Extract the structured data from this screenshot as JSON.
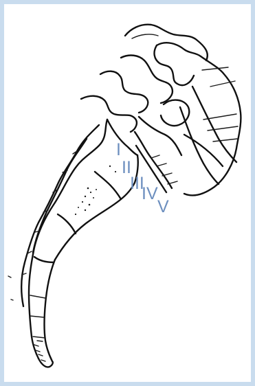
{
  "labels": {
    "l1": "I",
    "l2": "II",
    "l3": "III",
    "l4": "IV",
    "l5": "V"
  },
  "colors": {
    "frame": "#c9dcee",
    "canvas": "#ffffff",
    "label": "#6d8fbf",
    "ink": "#111111"
  }
}
